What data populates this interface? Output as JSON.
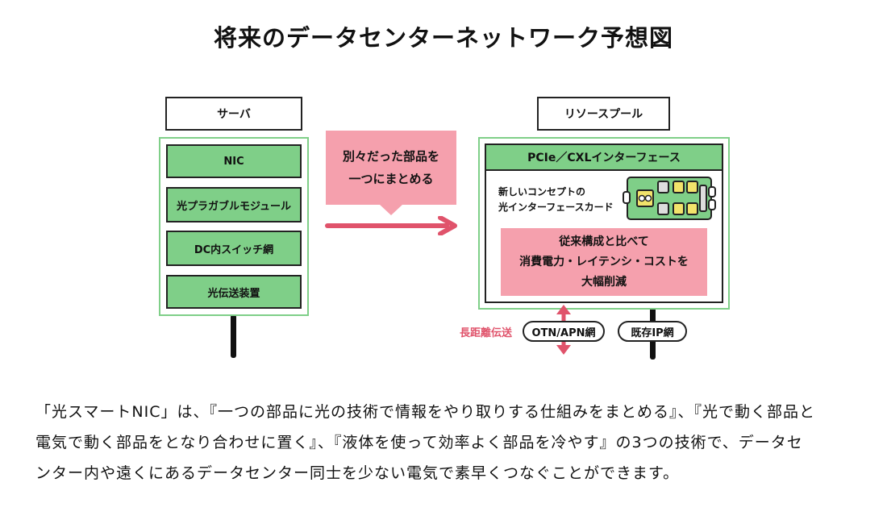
{
  "title": "将来のデータセンターネットワーク予想図",
  "server": {
    "label": "サーバ",
    "components": [
      "NIC",
      "光プラガブルモジュール",
      "DC内スイッチ網",
      "光伝送装置"
    ]
  },
  "bubble": {
    "line1": "別々だった部品を",
    "line2": "一つにまとめる"
  },
  "resource_pool": {
    "label": "リソースプール",
    "interface_label": "PCIe／CXLインターフェース",
    "card_line1": "新しいコンセプトの",
    "card_line2": "光インターフェースカード",
    "benefit_line1": "従来構成と比べて",
    "benefit_line2": "消費電力・レイテンシ・コストを",
    "benefit_line3": "大幅削減"
  },
  "network": {
    "long_distance": "長距離伝送",
    "otn": "OTN/APN網",
    "ip": "既存IP網"
  },
  "description": [
    "「光スマートNIC」は、『一つの部品に光の技術で情報をやり取りする仕組みをまとめる』、『光で動く部品と",
    "電気で動く部品をとなり合わせに置く』、『液体を使って効率よく部品を冷やす』の3つの技術で、データセ",
    "ンター内や遠くにあるデータセンター同士を少ない電気で素早くつなぐことができます。"
  ],
  "colors": {
    "green": "#7fcf88",
    "pink": "#f5a0ad",
    "arrow_red": "#e0536b",
    "chip_yellow": "#f2e36b"
  }
}
